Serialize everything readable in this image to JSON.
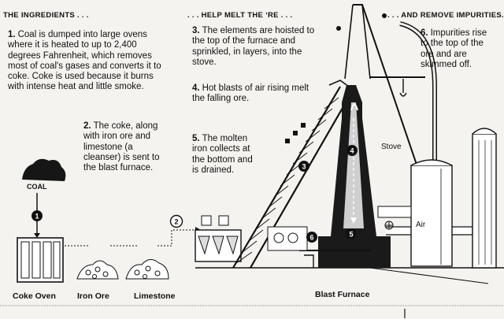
{
  "headers": {
    "ingredients": "THE INGREDIENTS . . .",
    "melt": ". . . HELP MELT THE ʼRE . . .",
    "remove": ". . . AND REMOVE IMPURITIES."
  },
  "steps": [
    {
      "num": "1.",
      "text": "Coal is dumped into large ovens where it is heated to up to 2,400 degrees Fahrenheit, which removes most of coal's gases and converts it to coke. Coke is used because it burns with intense heat and little smoke."
    },
    {
      "num": "2.",
      "text": "The coke, along with iron ore and limestone (a cleanser) is sent to the blast furnace."
    },
    {
      "num": "3.",
      "text": "The elements are hoisted to the top of the furnace and sprinkled, in layers, into the stove."
    },
    {
      "num": "4.",
      "text": "Hot blasts of air rising melt the falling ore."
    },
    {
      "num": "5.",
      "text": "The molten iron collects at the bottom and is drained."
    },
    {
      "num": "6.",
      "text": "Impurities rise to the top of the ore and are skimmed off."
    }
  ],
  "labels": {
    "coal": "COAL",
    "coke_oven": "Coke Oven",
    "iron_ore": "Iron Ore",
    "limestone": "Limestone",
    "blast_furnace": "Blast Furnace",
    "stove": "Stove",
    "air": "Air"
  },
  "markers": [
    "1",
    "2",
    "3",
    "4",
    "5",
    "6"
  ]
}
